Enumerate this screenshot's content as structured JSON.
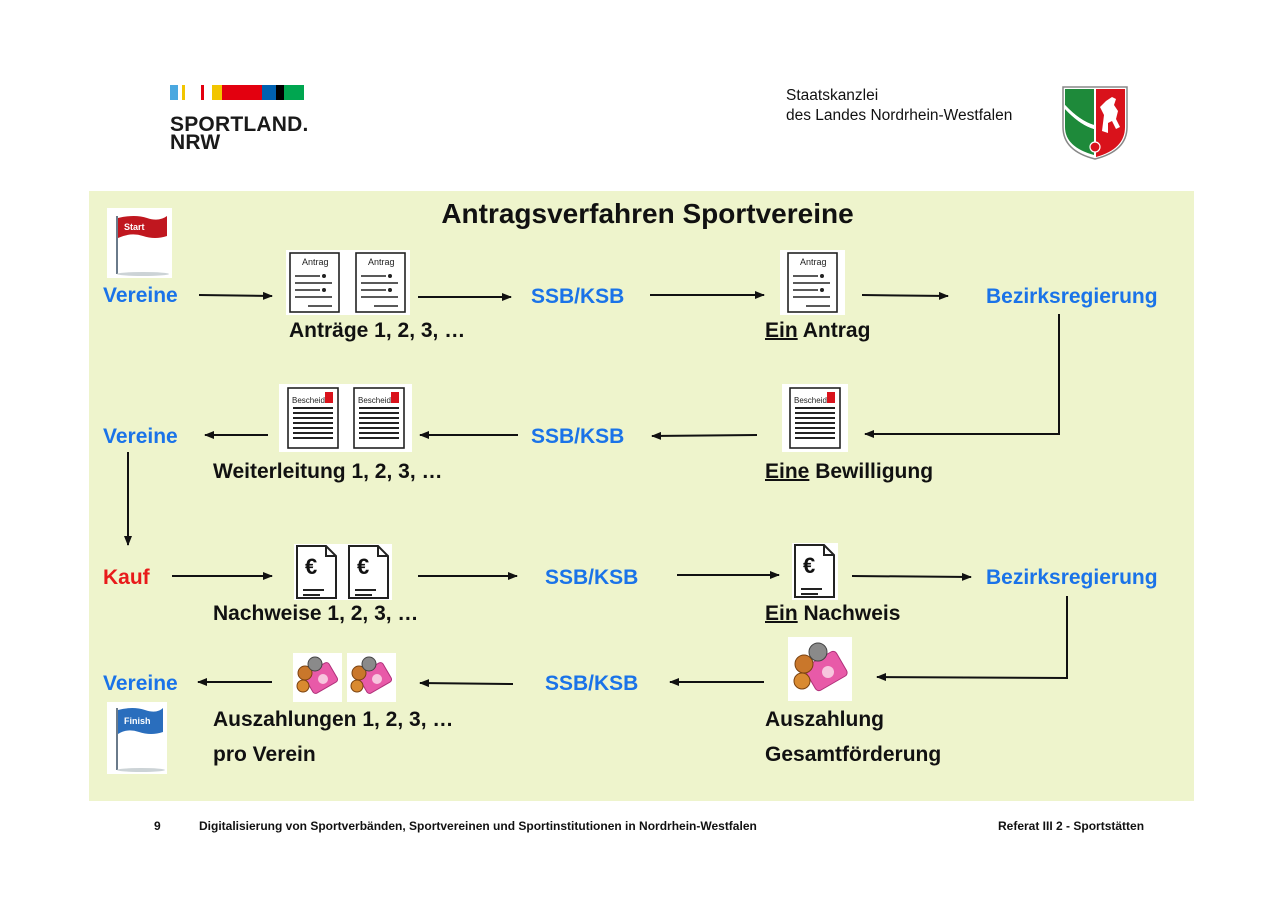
{
  "header": {
    "logo_line1": "SPORTLAND.",
    "logo_line2": "NRW",
    "agency_line1": "Staatskanzlei",
    "agency_line2": "des Landes Nordrhein-Westfalen",
    "stripe_colors": [
      "#4aa8e0",
      "#f2c500",
      "#e3000f",
      "#0061b0",
      "#000000",
      "#00a650"
    ]
  },
  "diagram": {
    "title": "Antragsverfahren Sportvereine",
    "start_flag": "Start",
    "finish_flag": "Finish",
    "doc_title": "Antrag",
    "decision_title": "Bescheid",
    "currency": "€",
    "row1": {
      "vereine": "Vereine",
      "antraege": "Anträge 1, 2, 3, …",
      "ssb": "SSB/KSB",
      "ein": "Ein",
      "antrag": " Antrag",
      "bezirk": "Bezirksregierung"
    },
    "row2": {
      "vereine": "Vereine",
      "weiter": "Weiterleitung 1, 2, 3, …",
      "ssb": "SSB/KSB",
      "eine": "Eine",
      "bewilligung": " Bewilligung"
    },
    "row3": {
      "kauf": "Kauf",
      "nachweise": "Nachweise 1, 2, 3, …",
      "ssb": "SSB/KSB",
      "ein": "Ein",
      "nachweis": " Nachweis",
      "bezirk": "Bezirksregierung"
    },
    "row4": {
      "vereine": "Vereine",
      "auszahlungen": "Auszahlungen 1, 2, 3, …",
      "pro_verein": "pro Verein",
      "ssb": "SSB/KSB",
      "auszahlung": "Auszahlung",
      "gesamt": "Gesamtförderung"
    },
    "colors": {
      "entity": "#1a73e8",
      "purchase": "#e81a1a",
      "background": "#eef4cc"
    }
  },
  "footer": {
    "page": "9",
    "text": "Digitalisierung von Sportverbänden, Sportvereinen und Sportinstitutionen in Nordrhein-Westfalen",
    "right": "Referat III 2 - Sportstätten"
  }
}
